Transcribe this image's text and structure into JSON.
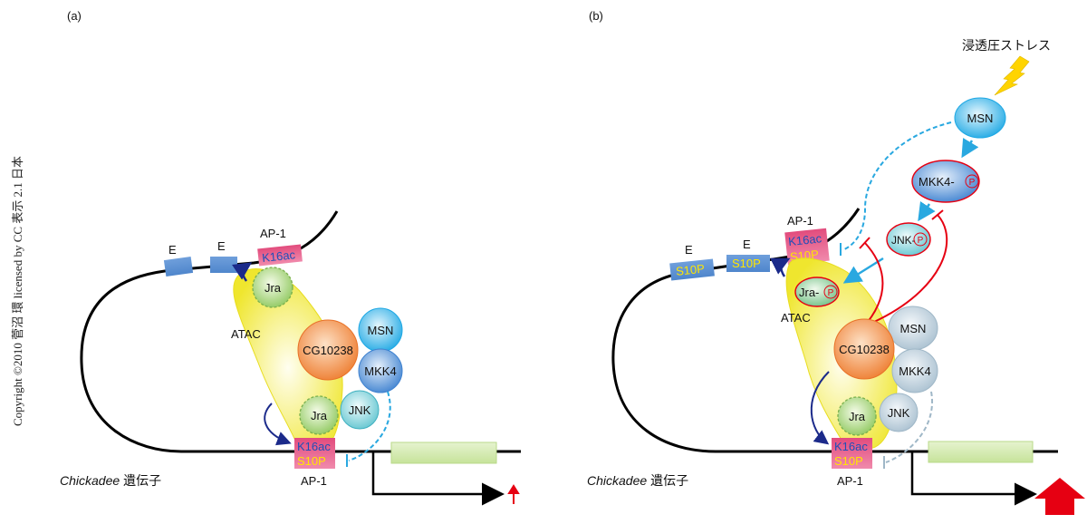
{
  "copyright": "Copyright ©2010 菅沼 環 licensed by CC 表示 2.1 日本",
  "panels": [
    {
      "label": "(a)",
      "enhancers": [
        {
          "label": "E",
          "mark": ""
        },
        {
          "label": "E",
          "mark": ""
        }
      ],
      "upper_ap1": {
        "label": "AP-1",
        "marks": [
          "K16ac"
        ]
      },
      "complex": {
        "atac": "ATAC",
        "jra_top": "Jra",
        "cg": "CG10238",
        "msn": "MSN",
        "mkk4": "MKK4",
        "jnk": "JNK",
        "jra_bottom": "Jra"
      },
      "lower_ap1": {
        "label": "AP-1",
        "marks": [
          "K16ac",
          "S10P"
        ]
      },
      "gene": {
        "name_italic": "Chickadee",
        "name_suffix": "遺伝子"
      },
      "expression": "small-increase"
    },
    {
      "label": "(b)",
      "stress": "浸透圧ストレス",
      "enhancers": [
        {
          "label": "E",
          "mark": "S10P"
        },
        {
          "label": "E",
          "mark": "S10P"
        }
      ],
      "upper_ap1": {
        "label": "AP-1",
        "marks": [
          "K16ac",
          "S10P"
        ]
      },
      "cascade": {
        "msn": "MSN",
        "mkk4": "MKK4-",
        "jnk": "JNK-",
        "jra": "Jra-",
        "phospho": "P"
      },
      "complex": {
        "atac": "ATAC",
        "cg": "CG10238",
        "msn": "MSN",
        "mkk4": "MKK4",
        "jnk": "JNK",
        "jra_bottom": "Jra"
      },
      "lower_ap1": {
        "label": "AP-1",
        "marks": [
          "K16ac",
          "S10P"
        ]
      },
      "gene": {
        "name_italic": "Chickadee",
        "name_suffix": "遺伝子"
      },
      "expression": "large-increase"
    }
  ],
  "colors": {
    "dna": "#000000",
    "enhancer": "#5b8fd0",
    "k16ac_box": "#e25b86",
    "k16ac_text": "#1f4fb8",
    "s10p_text": "#ffe600",
    "atac": "#f0ea3a",
    "jra": "#a8d27a",
    "cg": "#f08a3e",
    "msn_active": "#3fb6ea",
    "mkk4_active": "#5a95d8",
    "jnk_active": "#7fd0d8",
    "inactive": "#b9ccd8",
    "activation_arrow": "#29a8e0",
    "inhibition": "#e60012",
    "acetylation_arrow": "#1b2a8a",
    "exon": "#cfe7a2",
    "up_arrow": "#e60012",
    "lightning": "#ffd400"
  }
}
